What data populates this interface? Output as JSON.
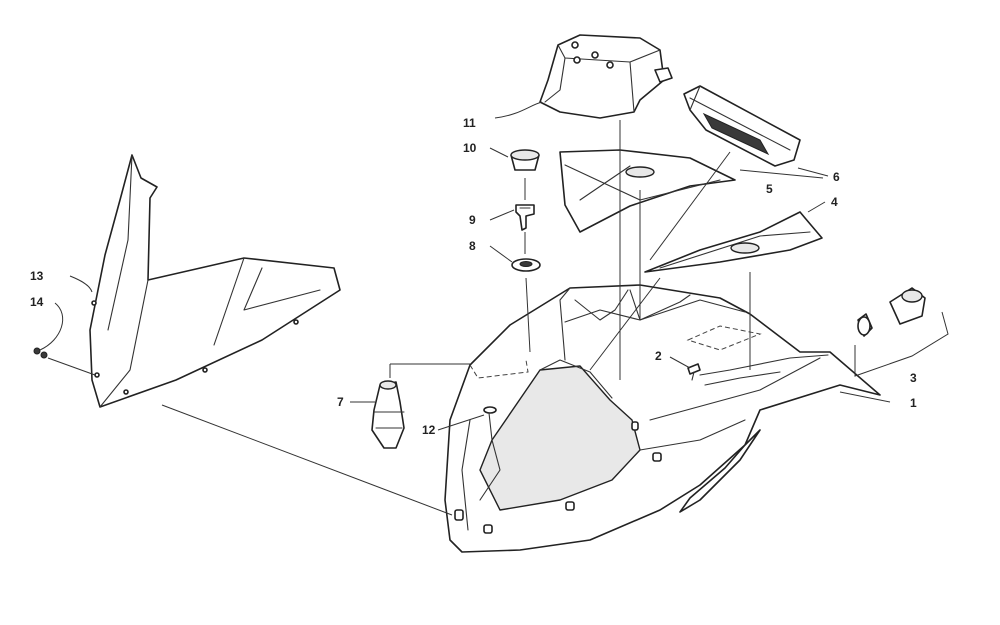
{
  "diagram": {
    "colors": {
      "line": "#222222",
      "shade": "#e8e8e8",
      "background": "#ffffff"
    },
    "callouts": [
      {
        "id": "1",
        "label": "1"
      },
      {
        "id": "2",
        "label": "2"
      },
      {
        "id": "3",
        "label": "3"
      },
      {
        "id": "4",
        "label": "4"
      },
      {
        "id": "5",
        "label": "5"
      },
      {
        "id": "6",
        "label": "6"
      },
      {
        "id": "7",
        "label": "7"
      },
      {
        "id": "8",
        "label": "8"
      },
      {
        "id": "9",
        "label": "9"
      },
      {
        "id": "10",
        "label": "10"
      },
      {
        "id": "11",
        "label": "11"
      },
      {
        "id": "12",
        "label": "12"
      },
      {
        "id": "13",
        "label": "13"
      },
      {
        "id": "14",
        "label": "14"
      }
    ]
  }
}
